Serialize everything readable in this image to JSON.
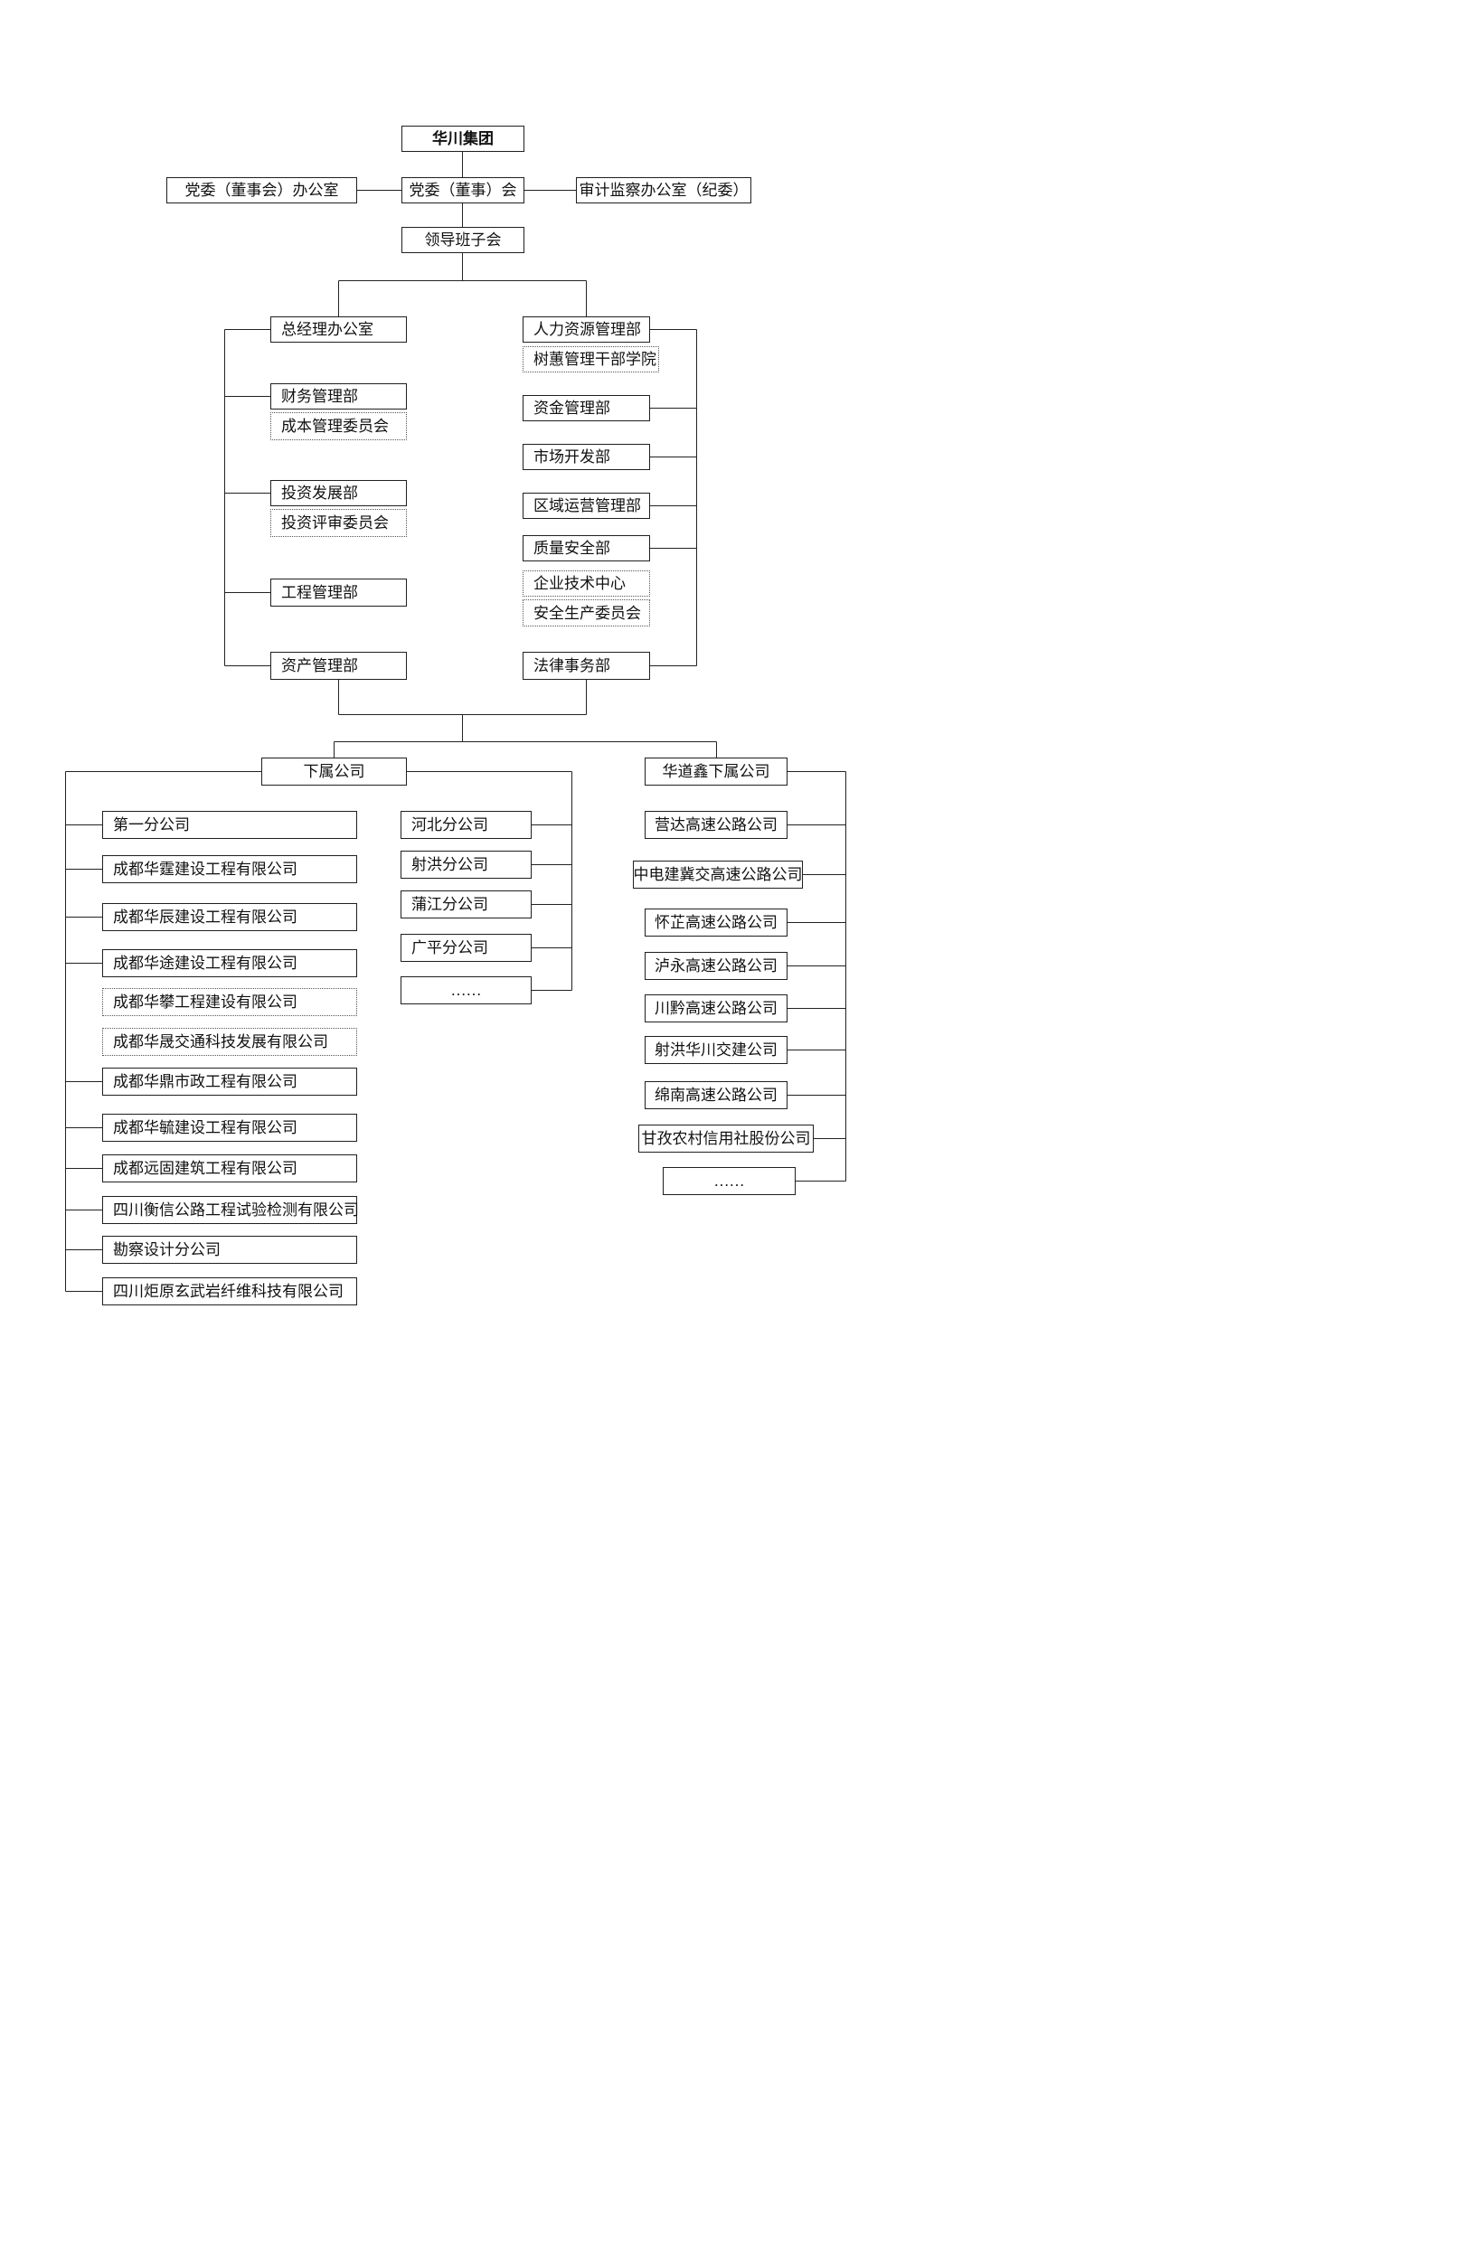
{
  "org": {
    "root": "华川集团",
    "top": {
      "party_office": "党委（董事会）办公室",
      "party_committee": "党委（董事）会",
      "audit_office": "审计监察办公室（纪委）",
      "leadership": "领导班子会"
    },
    "left_column": {
      "gm_office": "总经理办公室",
      "finance": "财务管理部",
      "cost_committee": "成本管理委员会",
      "investment": "投资发展部",
      "investment_review": "投资评审委员会",
      "engineering": "工程管理部",
      "assets": "资产管理部"
    },
    "right_column": {
      "hr": "人力资源管理部",
      "shuhui_academy": "树蕙管理干部学院",
      "funds": "资金管理部",
      "market": "市场开发部",
      "regional_ops": "区域运营管理部",
      "quality_safety": "质量安全部",
      "tech_center": "企业技术中心",
      "safety_committee": "安全生产委员会",
      "legal": "法律事务部"
    },
    "subsidiaries_header": "下属公司",
    "huadaoxin_header": "华道鑫下属公司",
    "subsidiaries_left": [
      "第一分公司",
      "成都华霆建设工程有限公司",
      "成都华辰建设工程有限公司",
      "成都华途建设工程有限公司",
      "成都华攀工程建设有限公司",
      "成都华晟交通科技发展有限公司",
      "成都华鼎市政工程有限公司",
      "成都华毓建设工程有限公司",
      "成都远固建筑工程有限公司",
      "四川衡信公路工程试验检测有限公司",
      "勘察设计分公司",
      "四川炬原玄武岩纤维科技有限公司"
    ],
    "subsidiaries_branches": [
      "河北分公司",
      "射洪分公司",
      "蒲江分公司",
      "广平分公司",
      "……"
    ],
    "huadaoxin_companies": [
      "营达高速公路公司",
      "中电建冀交高速公路公司",
      "怀芷高速公路公司",
      "泸永高速公路公司",
      "川黔高速公路公司",
      "射洪华川交建公司",
      "绵南高速公路公司",
      "甘孜农村信用社股份公司",
      "……"
    ]
  }
}
